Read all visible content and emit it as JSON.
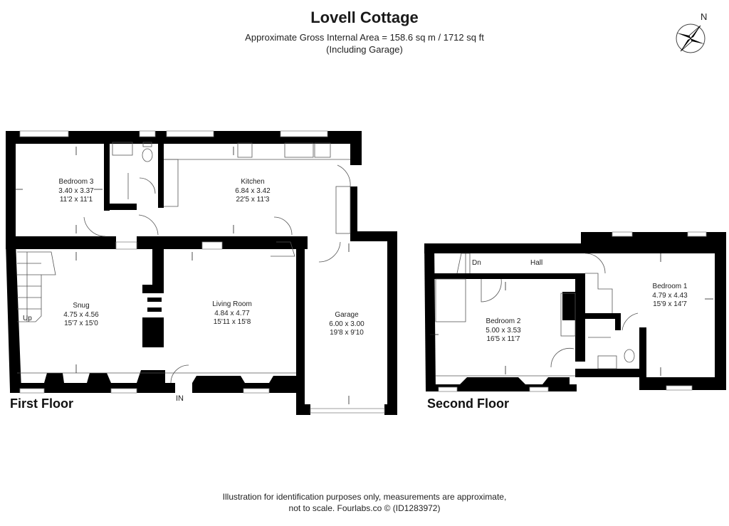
{
  "header": {
    "title": "Lovell Cottage",
    "area": "Approximate Gross Internal Area = 158.6 sq m / 1712 sq ft",
    "area_note": "(Including Garage)"
  },
  "compass": {
    "label": "N",
    "icon": "compass-rose-icon"
  },
  "floors": [
    {
      "label": "First Floor",
      "rooms": [
        {
          "name": "Bedroom 3",
          "metric": "3.40 x 3.37",
          "imperial": "11'2 x 11'1"
        },
        {
          "name": "Kitchen",
          "metric": "6.84 x 3.42",
          "imperial": "22'5 x 11'3"
        },
        {
          "name": "Snug",
          "metric": "4.75 x 4.56",
          "imperial": "15'7 x 15'0"
        },
        {
          "name": "Living Room",
          "metric": "4.84 x 4.77",
          "imperial": "15'11 x 15'8"
        },
        {
          "name": "Garage",
          "metric": "6.00 x 3.00",
          "imperial": "19'8 x 9'10"
        }
      ],
      "annotations": {
        "stairs": "Up",
        "entrance": "IN"
      }
    },
    {
      "label": "Second Floor",
      "rooms": [
        {
          "name": "Hall"
        },
        {
          "name": "Bedroom 2",
          "metric": "5.00 x 3.53",
          "imperial": "16'5 x 11'7"
        },
        {
          "name": "Bedroom 1",
          "metric": "4.79 x 4.43",
          "imperial": "15'9 x 14'7"
        }
      ],
      "annotations": {
        "stairs": "Dn"
      }
    }
  ],
  "footer": {
    "line1": "Illustration for identification purposes only, measurements are approximate,",
    "line2": "not to scale. Fourlabs.co © (ID1283972)"
  },
  "colors": {
    "wall": "#000000",
    "line": "#555555",
    "background": "#ffffff"
  }
}
